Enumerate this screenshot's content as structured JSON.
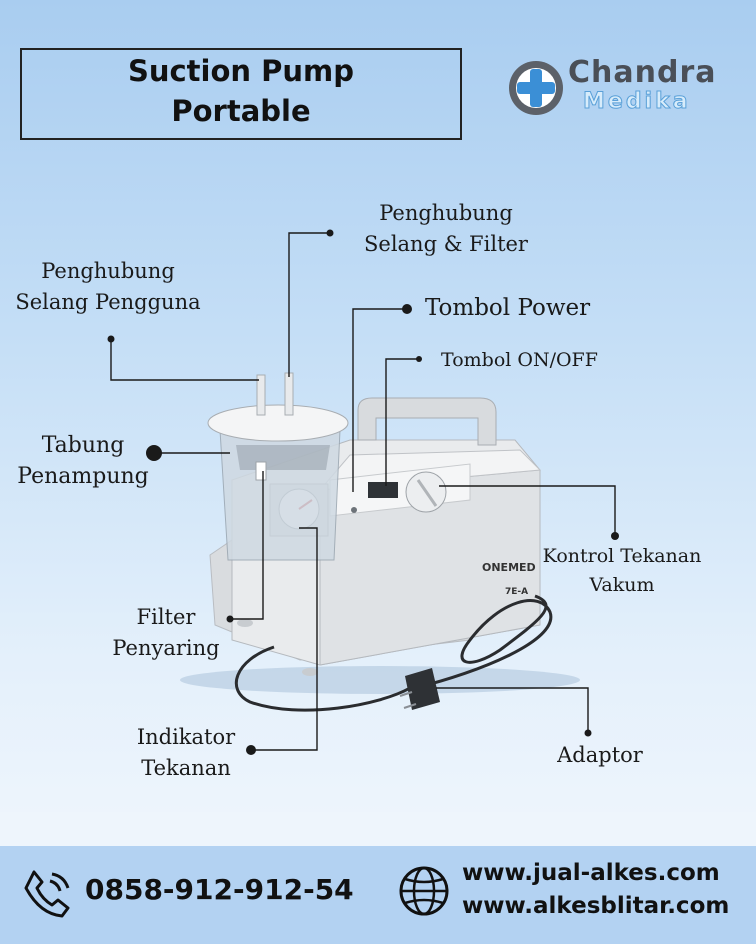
{
  "title": {
    "line1": "Suction Pump",
    "line2": "Portable"
  },
  "brand": {
    "name1": "Chandra",
    "name2": "Medika",
    "accent": "#3b8fd6",
    "dark": "#4a4f57"
  },
  "labels": {
    "penghubung_filter_1": "Penghubung",
    "penghubung_filter_2": "Selang & Filter",
    "penghubung_pengguna_1": "Penghubung",
    "penghubung_pengguna_2": "Selang Pengguna",
    "tombol_power": "Tombol Power",
    "tombol_onoff": "Tombol ON/OFF",
    "tabung_1": "Tabung",
    "tabung_2": "Penampung",
    "kontrol_1": "Kontrol Tekanan",
    "kontrol_2": "Vakum",
    "filter_1": "Filter",
    "filter_2": "Penyaring",
    "indikator_1": "Indikator",
    "indikator_2": "Tekanan",
    "adaptor": "Adaptor"
  },
  "device": {
    "brand_text": "ONEMED",
    "model_text": "7E-A"
  },
  "contact": {
    "phone": "0858-912-912-54",
    "website1": "www.jual-alkes.com",
    "website2": "www.alkesblitar.com"
  },
  "icons": {
    "phone": "phone-icon",
    "globe": "globe-icon",
    "logo": "medical-cross-icon"
  }
}
